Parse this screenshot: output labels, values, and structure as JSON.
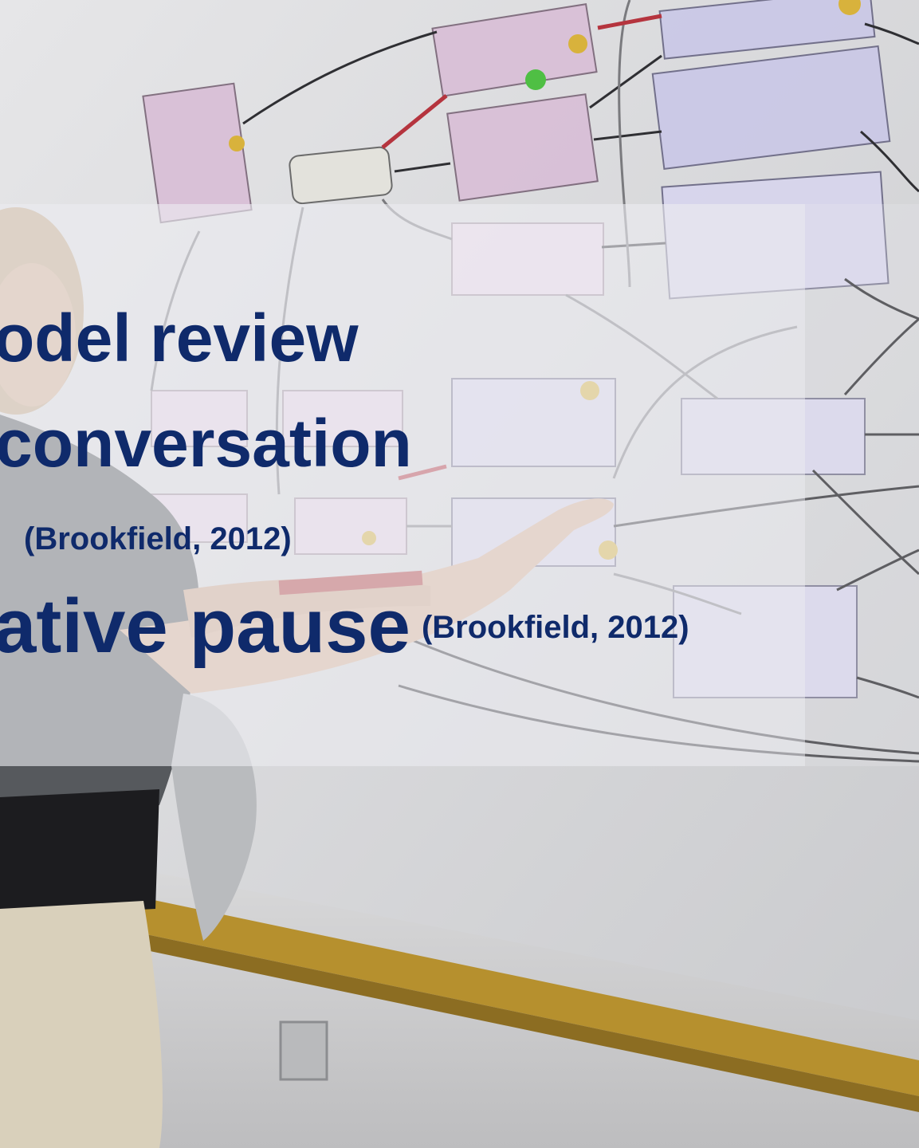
{
  "slide": {
    "line1": "odel review",
    "line2": "conversation",
    "line3": "(Brookfield, 2012)",
    "line4_main": "ative pause",
    "line4_cite": "(Brookfield, 2012)"
  },
  "colors": {
    "text": "#0f2a6b",
    "overlay": "rgba(236,236,240,0.62)"
  }
}
